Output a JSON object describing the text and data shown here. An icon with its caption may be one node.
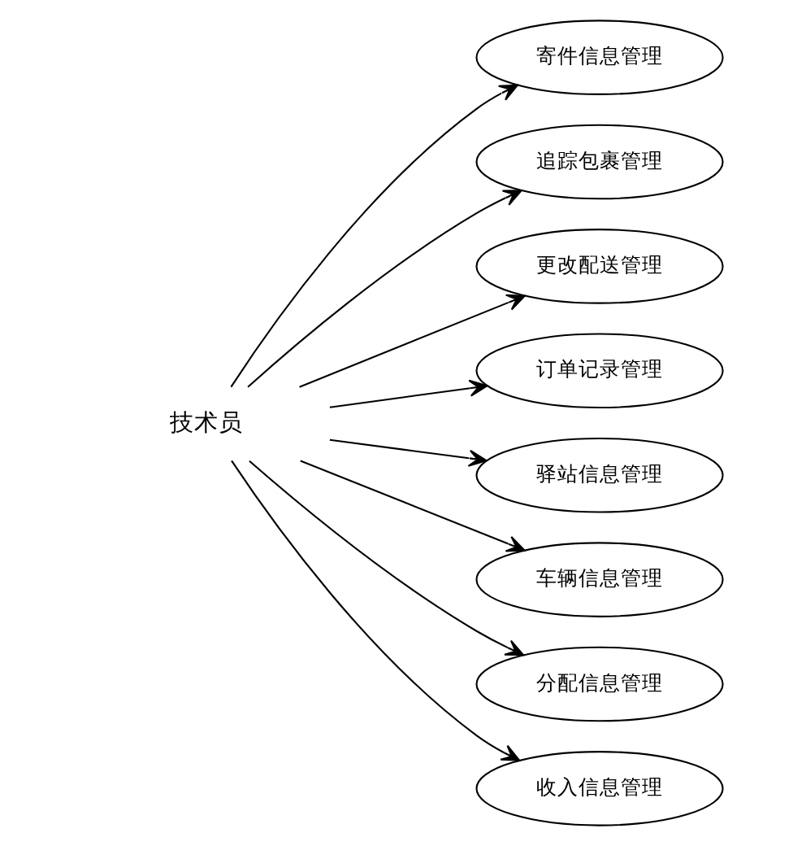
{
  "diagram": {
    "nodes": [
      {
        "text": [
          "技术员"
        ]
      },
      {
        "text": [
          "寄件信息管理"
        ]
      },
      {
        "text": [
          "追踪包裹管理"
        ]
      },
      {
        "text": [
          "更改配送管理"
        ]
      },
      {
        "text": [
          "订单记录管理"
        ]
      },
      {
        "text": [
          "驿站信息管理"
        ]
      },
      {
        "text": [
          "车辆信息管理"
        ]
      },
      {
        "text": [
          "分配信息管理"
        ]
      },
      {
        "text": [
          "收入信息管理"
        ]
      }
    ],
    "edges": [
      {
        "from": 0,
        "to": 1,
        "arrow": "to"
      },
      {
        "from": 0,
        "to": 2,
        "arrow": "to"
      },
      {
        "from": 0,
        "to": 3,
        "arrow": "to"
      },
      {
        "from": 0,
        "to": 4,
        "arrow": "to"
      },
      {
        "from": 0,
        "to": 5,
        "arrow": "to"
      },
      {
        "from": 0,
        "to": 6,
        "arrow": "to"
      },
      {
        "from": 0,
        "to": 7,
        "arrow": "to"
      },
      {
        "from": 0,
        "to": 8,
        "arrow": "to"
      }
    ]
  }
}
